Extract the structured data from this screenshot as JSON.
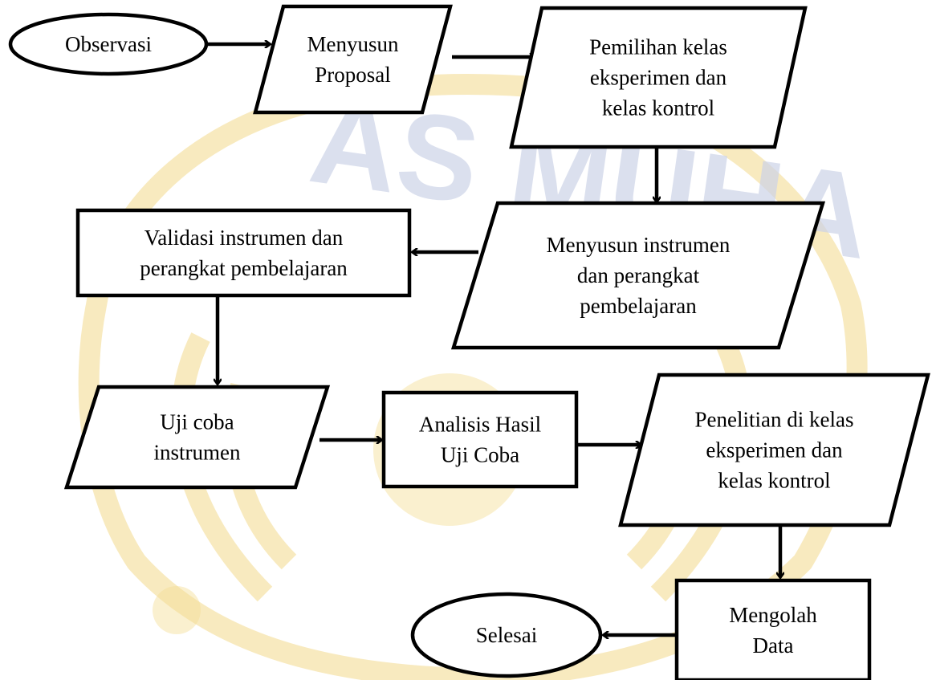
{
  "diagram": {
    "colors": {
      "stroke": "#000000",
      "fill": "#ffffff",
      "watermark_gold": "#f3d98a",
      "watermark_blue": "#ccd3e8"
    },
    "watermark": {
      "text": "AS MUHA"
    },
    "nodes": [
      {
        "id": "observasi",
        "shape": "ellipse",
        "lines": [
          "Observasi"
        ]
      },
      {
        "id": "menyusun-proposal",
        "shape": "parallelogram",
        "lines": [
          "Menyusun",
          "Proposal"
        ]
      },
      {
        "id": "pemilihan-kelas",
        "shape": "parallelogram",
        "lines": [
          "Pemilihan kelas",
          "eksperimen dan",
          "kelas kontrol"
        ]
      },
      {
        "id": "menyusun-instrumen",
        "shape": "parallelogram",
        "lines": [
          "Menyusun instrumen",
          "dan perangkat",
          "pembelajaran"
        ]
      },
      {
        "id": "validasi-instrumen",
        "shape": "rectangle",
        "lines": [
          "Validasi instrumen dan",
          "perangkat pembelajaran"
        ]
      },
      {
        "id": "uji-coba-instrumen",
        "shape": "parallelogram",
        "lines": [
          "Uji coba",
          "instrumen"
        ]
      },
      {
        "id": "analisis-hasil",
        "shape": "rectangle",
        "lines": [
          "Analisis Hasil",
          "Uji Coba"
        ]
      },
      {
        "id": "penelitian-kelas",
        "shape": "parallelogram",
        "lines": [
          "Penelitian di kelas",
          "eksperimen dan",
          "kelas kontrol"
        ]
      },
      {
        "id": "mengolah-data",
        "shape": "rectangle",
        "lines": [
          "Mengolah",
          "Data"
        ]
      },
      {
        "id": "selesai",
        "shape": "ellipse",
        "lines": [
          "Selesai"
        ]
      }
    ],
    "edges": [
      {
        "from": "observasi",
        "to": "menyusun-proposal"
      },
      {
        "from": "menyusun-proposal",
        "to": "pemilihan-kelas"
      },
      {
        "from": "pemilihan-kelas",
        "to": "menyusun-instrumen"
      },
      {
        "from": "menyusun-instrumen",
        "to": "validasi-instrumen"
      },
      {
        "from": "validasi-instrumen",
        "to": "uji-coba-instrumen"
      },
      {
        "from": "uji-coba-instrumen",
        "to": "analisis-hasil"
      },
      {
        "from": "analisis-hasil",
        "to": "penelitian-kelas"
      },
      {
        "from": "penelitian-kelas",
        "to": "mengolah-data"
      },
      {
        "from": "mengolah-data",
        "to": "selesai"
      }
    ]
  }
}
